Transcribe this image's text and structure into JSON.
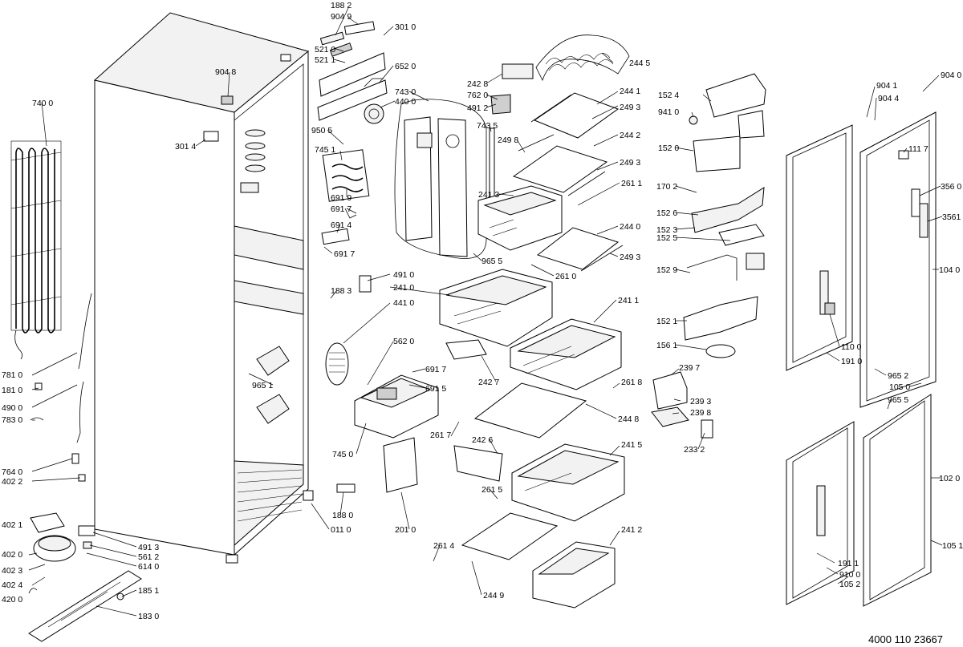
{
  "document_number": "4000 110 23667",
  "labels": [
    {
      "text": "188 2"
    },
    {
      "text": "904 9"
    },
    {
      "text": "301 0"
    },
    {
      "text": "521 0"
    },
    {
      "text": "521 1"
    },
    {
      "text": "652 0"
    },
    {
      "text": "904 8"
    },
    {
      "text": "743 0"
    },
    {
      "text": "440 0"
    },
    {
      "text": "242 8"
    },
    {
      "text": "762 0"
    },
    {
      "text": "491 2"
    },
    {
      "text": "743 5"
    },
    {
      "text": "244 5"
    },
    {
      "text": "244 1"
    },
    {
      "text": "249 3"
    },
    {
      "text": "249 8"
    },
    {
      "text": "244 2"
    },
    {
      "text": "249 3"
    },
    {
      "text": "241 3"
    },
    {
      "text": "261 1"
    },
    {
      "text": "244 0"
    },
    {
      "text": "249 3"
    },
    {
      "text": "261 0"
    },
    {
      "text": "965 5"
    },
    {
      "text": "740 0"
    },
    {
      "text": "301 4"
    },
    {
      "text": "950 5"
    },
    {
      "text": "745 1"
    },
    {
      "text": "691 9"
    },
    {
      "text": "691 7"
    },
    {
      "text": "691 4"
    },
    {
      "text": "691 7"
    },
    {
      "text": "152 4"
    },
    {
      "text": "941 0"
    },
    {
      "text": "152 0"
    },
    {
      "text": "170 2"
    },
    {
      "text": "152 6"
    },
    {
      "text": "152 3"
    },
    {
      "text": "152 5"
    },
    {
      "text": "152 9"
    },
    {
      "text": "152 1"
    },
    {
      "text": "156 1"
    },
    {
      "text": "239 7"
    },
    {
      "text": "239 3"
    },
    {
      "text": "239 8"
    },
    {
      "text": "233 2"
    },
    {
      "text": "904 1"
    },
    {
      "text": "904 4"
    },
    {
      "text": "904 0"
    },
    {
      "text": "111 7"
    },
    {
      "text": "356 0"
    },
    {
      "text": "3561"
    },
    {
      "text": "104 0"
    },
    {
      "text": "110 0"
    },
    {
      "text": "191 0"
    },
    {
      "text": "965 2"
    },
    {
      "text": "105 0"
    },
    {
      "text": "965 5"
    },
    {
      "text": "102 0"
    },
    {
      "text": "105 1"
    },
    {
      "text": "191 1"
    },
    {
      "text": "910 0"
    },
    {
      "text": "105 2"
    },
    {
      "text": "188 3"
    },
    {
      "text": "491 0"
    },
    {
      "text": "441 0"
    },
    {
      "text": "241 0"
    },
    {
      "text": "241 1"
    },
    {
      "text": "562 0"
    },
    {
      "text": "691 7"
    },
    {
      "text": "691 5"
    },
    {
      "text": "242 7"
    },
    {
      "text": "261 8"
    },
    {
      "text": "244 8"
    },
    {
      "text": "745 0"
    },
    {
      "text": "261 7"
    },
    {
      "text": "242 6"
    },
    {
      "text": "241 5"
    },
    {
      "text": "261 5"
    },
    {
      "text": "201 0"
    },
    {
      "text": "188 0"
    },
    {
      "text": "011 0"
    },
    {
      "text": "261 4"
    },
    {
      "text": "241 2"
    },
    {
      "text": "244 9"
    },
    {
      "text": "781 0"
    },
    {
      "text": "181 0"
    },
    {
      "text": "965 1"
    },
    {
      "text": "490 0"
    },
    {
      "text": "783 0"
    },
    {
      "text": "764 0"
    },
    {
      "text": "402 2"
    },
    {
      "text": "402 1"
    },
    {
      "text": "402 0"
    },
    {
      "text": "402 3"
    },
    {
      "text": "402 4"
    },
    {
      "text": "420 0"
    },
    {
      "text": "491 3"
    },
    {
      "text": "561 2"
    },
    {
      "text": "614 0"
    },
    {
      "text": "185 1"
    },
    {
      "text": "183 0"
    }
  ]
}
